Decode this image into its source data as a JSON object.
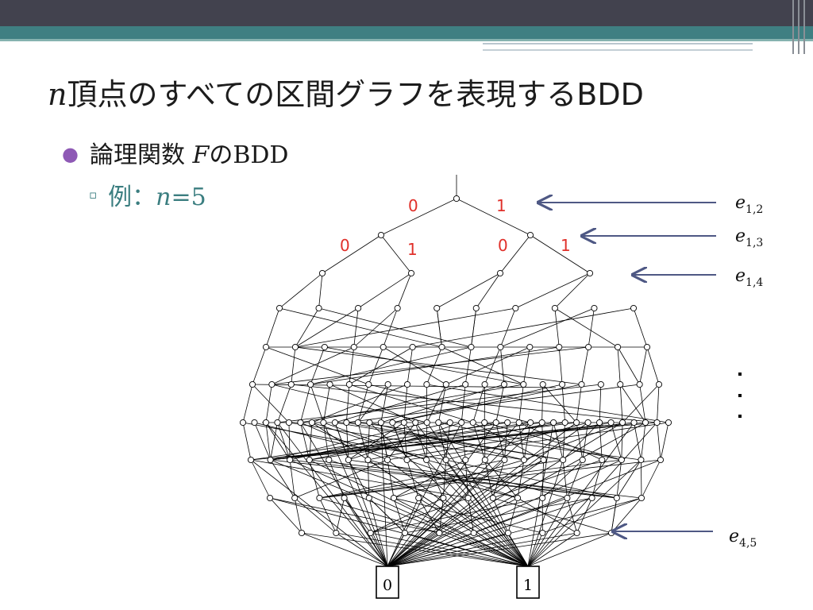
{
  "title": {
    "var": "n",
    "text": "頂点のすべての区間グラフを表現するBDD"
  },
  "bullet1": {
    "prefix": "論理関数 ",
    "var": "F",
    "mid": "の",
    "suffix": "BDD"
  },
  "bullet2": {
    "prefix": "例：",
    "var": "n",
    "suffix": "=5"
  },
  "edge_labels": [
    "0",
    "1",
    "0",
    "1",
    "0",
    "1"
  ],
  "level_labels": [
    {
      "var": "e",
      "sub": "1,2"
    },
    {
      "var": "e",
      "sub": "1,3"
    },
    {
      "var": "e",
      "sub": "1,4"
    },
    {
      "var": "e",
      "sub": "4,5"
    }
  ],
  "terminals": [
    "0",
    "1"
  ],
  "colors": {
    "edge_label": "#e0302a",
    "arrow": "#4e5884",
    "teal": "#3f7f82",
    "bullet_purple": "#8e59b5"
  }
}
